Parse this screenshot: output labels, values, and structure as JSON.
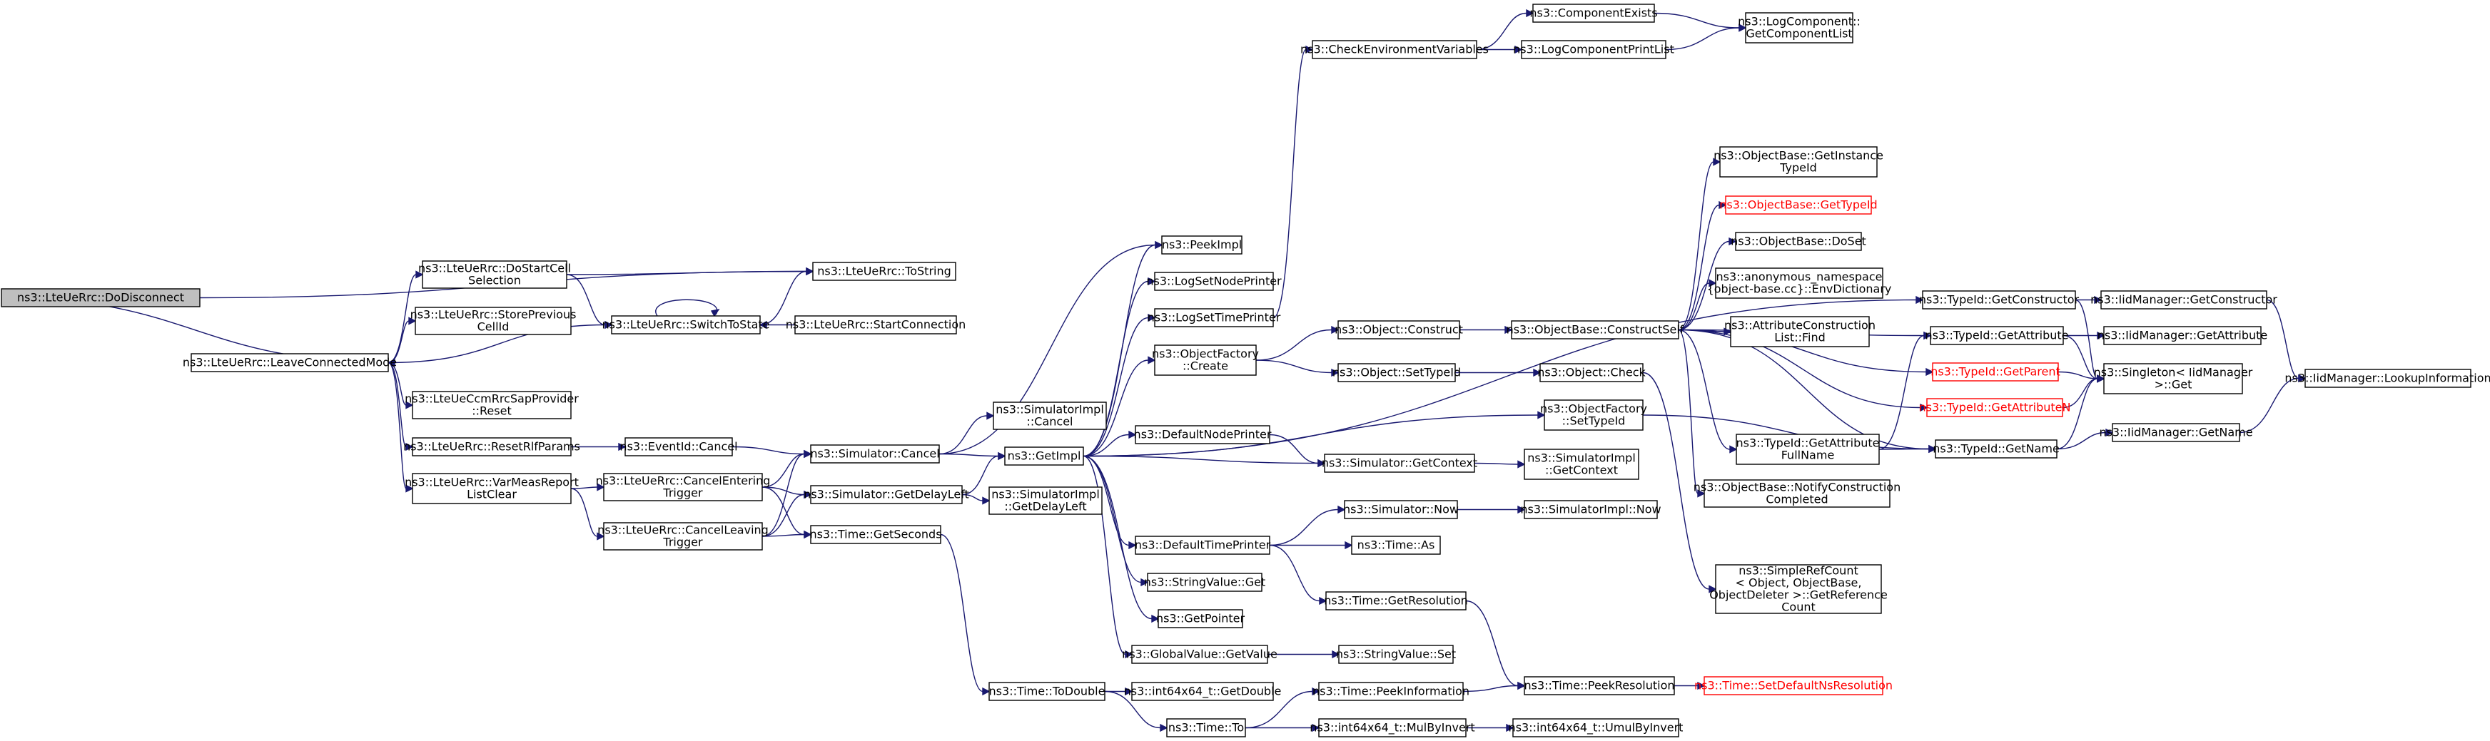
{
  "colors": {
    "edge": "#191970",
    "node_border": "#000000",
    "missing_border": "#ff0000",
    "root_fill": "#bfbfbf"
  },
  "nodes": {
    "n_dodisconnect": "ns3::LteUeRrc::DoDisconnect",
    "n_leave": "ns3::LteUeRrc::LeaveConnectedMode",
    "n_dostartcell": [
      "ns3::LteUeRrc::DoStartCell",
      "Selection"
    ],
    "n_storeprev": [
      "ns3::LteUeRrc::StorePrevious",
      "CellId"
    ],
    "n_switch": "ns3::LteUeRrc::SwitchToState",
    "n_cmrc": [
      "ns3::LteUeCcmRrcSapProvider",
      "::Reset"
    ],
    "n_resetrlf": "ns3::LteUeRrc::ResetRlfParams",
    "n_varmeas": [
      "ns3::LteUeRrc::VarMeasReport",
      "ListClear"
    ],
    "n_tostring": "ns3::LteUeRrc::ToString",
    "n_startconn": "ns3::LteUeRrc::StartConnection",
    "n_eventcancel": "ns3::EventId::Cancel",
    "n_cancelentering": [
      "ns3::LteUeRrc::CancelEntering",
      "Trigger"
    ],
    "n_cancelleaving": [
      "ns3::LteUeRrc::CancelLeaving",
      "Trigger"
    ],
    "n_simcancel": "ns3::Simulator::Cancel",
    "n_getdelayleft": "ns3::Simulator::GetDelayLeft",
    "n_getseconds": "ns3::Time::GetSeconds",
    "n_simimplcancel": [
      "ns3::SimulatorImpl",
      "::Cancel"
    ],
    "n_getimpl": "ns3::GetImpl",
    "n_simimpldelay": [
      "ns3::SimulatorImpl",
      "::GetDelayLeft"
    ],
    "n_todouble": "ns3::Time::ToDouble",
    "n_peekimpl": "ns3::PeekImpl",
    "n_lognode": "ns3::LogSetNodePrinter",
    "n_logtime": "ns3::LogSetTimePrinter",
    "n_objfactorycreate": [
      "ns3::ObjectFactory",
      "::Create"
    ],
    "n_defaultnode": "ns3::DefaultNodePrinter",
    "n_defaulttime": "ns3::DefaultTimePrinter",
    "n_stringget": "ns3::StringValue::Get",
    "n_getpointer": "ns3::GetPointer",
    "n_globalget": "ns3::GlobalValue::GetValue",
    "n_int64getdouble": "ns3::int64x64_t::GetDouble",
    "n_timeto": "ns3::Time::To",
    "n_checkenv": "ns3::CheckEnvironmentVariables",
    "n_objconstruct": "ns3::Object::Construct",
    "n_objsettypeid": "ns3::Object::SetTypeId",
    "n_simnow": "ns3::Simulator::Now",
    "n_timeas": "ns3::Time::As",
    "n_getresolution": "ns3::Time::GetResolution",
    "n_stringset": "ns3::StringValue::Set",
    "n_peekinfo": "ns3::Time::PeekInformation",
    "n_mulbyinvert": "ns3::int64x64_t::MulByInvert",
    "n_getcontext": "ns3::Simulator::GetContext",
    "n_compexists": "ns3::ComponentExists",
    "n_logcompprint": "ns3::LogComponentPrintList",
    "n_constructself": "ns3::ObjectBase::ConstructSelf",
    "n_objcheck": "ns3::Object::Check",
    "n_factorysettypeid": [
      "ns3::ObjectFactory",
      "::SetTypeId"
    ],
    "n_simimplcontext": [
      "ns3::SimulatorImpl",
      "::GetContext"
    ],
    "n_simimplnow": "ns3::SimulatorImpl::Now",
    "n_peekres": "ns3::Time::PeekResolution",
    "n_umulbyinvert": "ns3::int64x64_t::UmulByInvert",
    "n_getcomplist": [
      "ns3::LogComponent::",
      "GetComponentList"
    ],
    "n_getinstancetypeid": [
      "ns3::ObjectBase::GetInstance",
      "TypeId"
    ],
    "n_obgettypeid": "ns3::ObjectBase::GetTypeId",
    "n_doset": "ns3::ObjectBase::DoSet",
    "n_envdict": [
      "ns3::anonymous_namespace",
      "{object-base.cc}::EnvDictionary"
    ],
    "n_attrfind": [
      "ns3::AttributeConstruction",
      "List::Find"
    ],
    "n_getattrfullname": [
      "ns3::TypeId::GetAttribute",
      "FullName"
    ],
    "n_notifyconstruction": [
      "ns3::ObjectBase::NotifyConstruction",
      "Completed"
    ],
    "n_simplerefcount": [
      "ns3::SimpleRefCount",
      "< Object, ObjectBase,",
      "ObjectDeleter >::GetReference",
      "Count"
    ],
    "n_setdefaultres": "ns3::Time::SetDefaultNsResolution",
    "n_tid_getconstructor": "ns3::TypeId::GetConstructor",
    "n_tid_getattribute": "ns3::TypeId::GetAttribute",
    "n_tid_getparent": "ns3::TypeId::GetParent",
    "n_tid_getattributen": "ns3::TypeId::GetAttributeN",
    "n_tid_getname": "ns3::TypeId::GetName",
    "n_iid_getconstructor": "ns3::IidManager::GetConstructor",
    "n_iid_getattribute": "ns3::IidManager::GetAttribute",
    "n_singleton": [
      "ns3::Singleton< IidManager",
      ">::Get"
    ],
    "n_iid_getname": "ns3::IidManager::GetName",
    "n_iid_lookup": "ns3::IidManager::LookupInformation"
  }
}
